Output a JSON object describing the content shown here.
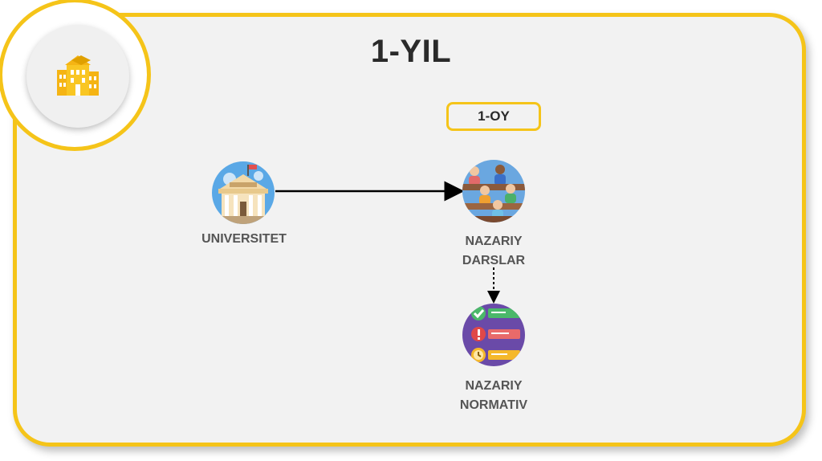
{
  "title": "1-YIL",
  "month_label": "1-OY",
  "nodes": {
    "university": {
      "label": "UNIVERSITET",
      "icon": "university-building-icon"
    },
    "theory_lessons": {
      "label_line1": "NAZARIY",
      "label_line2": "DARSLAR",
      "icon": "classroom-students-icon"
    },
    "theory_normative": {
      "label_line1": "NAZARIY",
      "label_line2": "NORMATIV",
      "icon": "checklist-icon"
    }
  },
  "badge_icon": "campus-buildings-icon",
  "colors": {
    "accent": "#f5c419",
    "panel": "#f2f2f2",
    "text_dark": "#2a2a2a",
    "text_label": "#555555"
  }
}
